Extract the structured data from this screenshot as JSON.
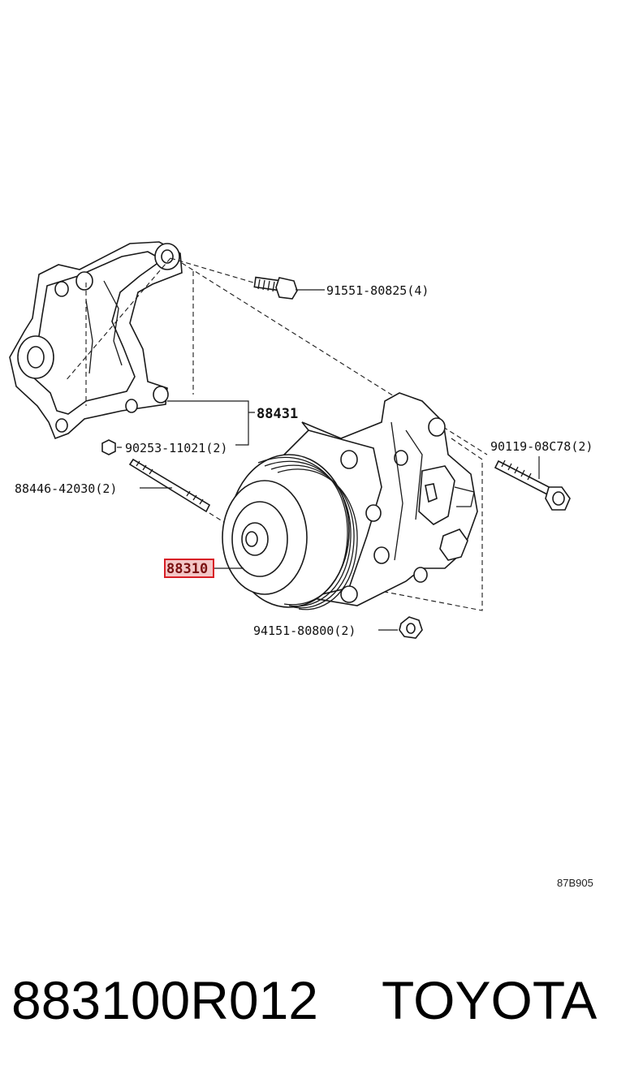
{
  "diagram": {
    "labels": {
      "bolt_top": "91551-80825(4)",
      "bracket": "88431",
      "nut_small": "90253-11021(2)",
      "stud": "88446-42030(2)",
      "bolt_right": "90119-08C78(2)",
      "compressor": "88310",
      "nut_bottom": "94151-80800(2)"
    },
    "highlight_color": "#d81f26",
    "figure_code": "87B905"
  },
  "footer": {
    "part_number": "883100R012",
    "brand": "TOYOTA"
  }
}
